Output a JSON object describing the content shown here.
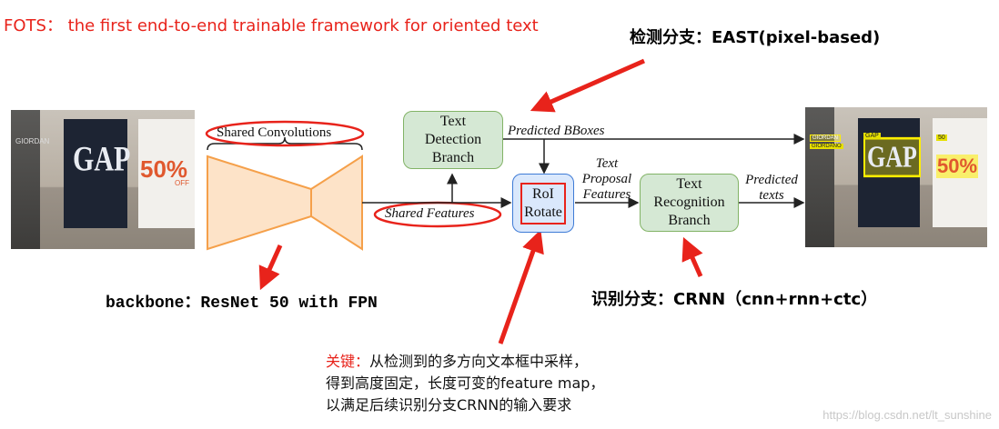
{
  "title": "FOTS： the first end-to-end trainable framework for oriented text",
  "notes": {
    "detection_branch": "检测分支：EAST(pixel-based)",
    "backbone": "backbone：ResNet 50 with FPN",
    "recognition_branch": "识别分支：CRNN（cnn+rnn+ctc）",
    "key_label": "关键：",
    "key_line1": "从检测到的多方向文本框中采样，",
    "key_line2": "得到高度固定，长度可变的feature map，",
    "key_line3": "以满足后续识别分支CRNN的输入要求"
  },
  "diagram": {
    "shared_convolutions": "Shared Convolutions",
    "shared_features": "Shared Features",
    "text_detection_branch": [
      "Text",
      "Detection",
      "Branch"
    ],
    "predicted_bboxes": "Predicted BBoxes",
    "roi_rotate": [
      "RoI",
      "Rotate"
    ],
    "text_proposal_features": [
      "Text",
      "Proposal",
      "Features"
    ],
    "text_recognition_branch": [
      "Text",
      "Recognition",
      "Branch"
    ],
    "predicted_texts": [
      "Predicted",
      "texts"
    ]
  },
  "photo_left": {
    "sign_text": "GIORDAN",
    "gap": "GAP",
    "percent": "50%",
    "off": "OFF"
  },
  "photo_right": {
    "label_giordan": "GIORDAN",
    "label_giordano": "GIORDANO",
    "label_gap": "GAP",
    "label_50": "50",
    "gap": "GAP",
    "percent": "50%"
  },
  "watermark": "https://blog.csdn.net/lt_sunshine",
  "colors": {
    "red": "#e8231b",
    "green_fill": "#d5e8d4",
    "blue_fill": "#dae8fc",
    "orange": "#f5a04a"
  }
}
